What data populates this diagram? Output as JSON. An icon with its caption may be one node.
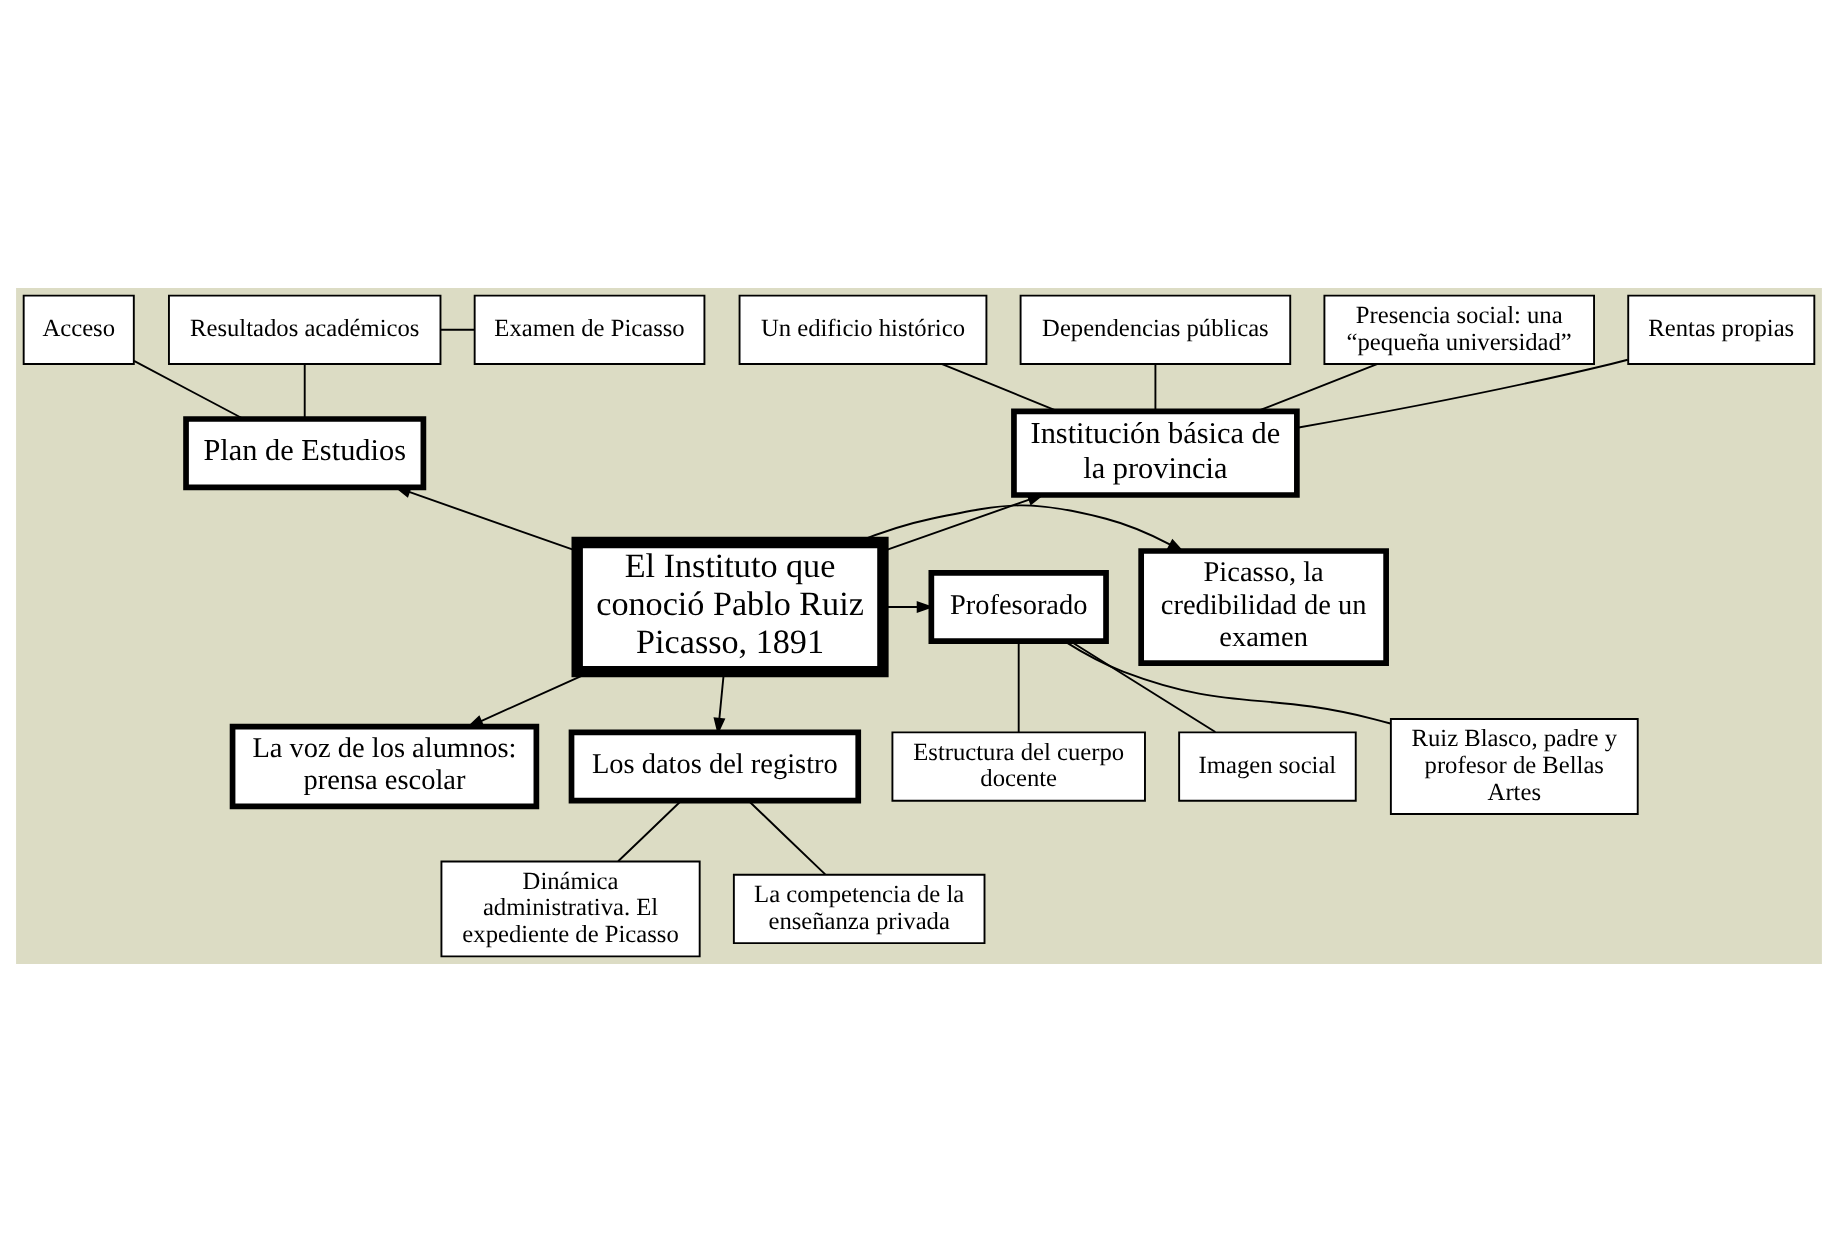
{
  "diagram": {
    "nodes": [
      {
        "text": [
          "Un edificio histórico"
        ]
      },
      {
        "text": [
          "Dependencias públicas"
        ]
      },
      {
        "text": [
          "Acceso"
        ]
      },
      {
        "text": [
          "Resultados académicos"
        ]
      },
      {
        "text": [
          "Examen de Picasso"
        ]
      },
      {
        "text": [
          "Presencia social: una “pequeña universidad”"
        ]
      },
      {
        "text": [
          "Institución básica de la provincia"
        ]
      },
      {
        "text": [
          "Rentas propias"
        ]
      },
      {
        "text": [
          "Plan de Estudios"
        ]
      },
      {
        "text": [
          "El Instituto que conoció Pablo Ruiz Picasso, 1891"
        ]
      },
      {
        "text": [
          "Picasso, la credibilidad de un examen"
        ]
      },
      {
        "text": [
          "Profesorado"
        ]
      },
      {
        "text": [
          "Estructura del cuerpo docente"
        ]
      },
      {
        "text": [
          "Imagen social"
        ]
      },
      {
        "text": [
          "Ruiz Blasco, padre y profesor de Bellas Artes"
        ]
      },
      {
        "text": [
          "La voz de los alumnos: prensa escolar"
        ]
      },
      {
        "text": [
          "Los datos del registro"
        ]
      },
      {
        "text": [
          "Dinámica administrativa. El expediente de Picasso"
        ]
      },
      {
        "text": [
          "La competencia de la enseñanza privada"
        ]
      }
    ],
    "edges": [
      {
        "from": 9,
        "to": 6,
        "arrow": "to"
      },
      {
        "from": 9,
        "to": 8,
        "arrow": "to"
      },
      {
        "from": 9,
        "to": 10,
        "arrow": "to"
      },
      {
        "from": 9,
        "to": 11,
        "arrow": "to"
      },
      {
        "from": 9,
        "to": 15,
        "arrow": "to"
      },
      {
        "from": 9,
        "to": 16,
        "arrow": "to"
      },
      {
        "from": 6,
        "to": 0,
        "arrow": "none"
      },
      {
        "from": 6,
        "to": 1,
        "arrow": "none"
      },
      {
        "from": 6,
        "to": 5,
        "arrow": "none"
      },
      {
        "from": 6,
        "to": 7,
        "arrow": "none"
      },
      {
        "from": 8,
        "to": 2,
        "arrow": "none"
      },
      {
        "from": 8,
        "to": 3,
        "arrow": "none"
      },
      {
        "from": 3,
        "to": 4,
        "arrow": "none"
      },
      {
        "from": 11,
        "to": 12,
        "arrow": "none"
      },
      {
        "from": 11,
        "to": 13,
        "arrow": "none"
      },
      {
        "from": 11,
        "to": 14,
        "arrow": "none"
      },
      {
        "from": 16,
        "to": 17,
        "arrow": "none"
      },
      {
        "from": 16,
        "to": 18,
        "arrow": "none"
      }
    ]
  }
}
